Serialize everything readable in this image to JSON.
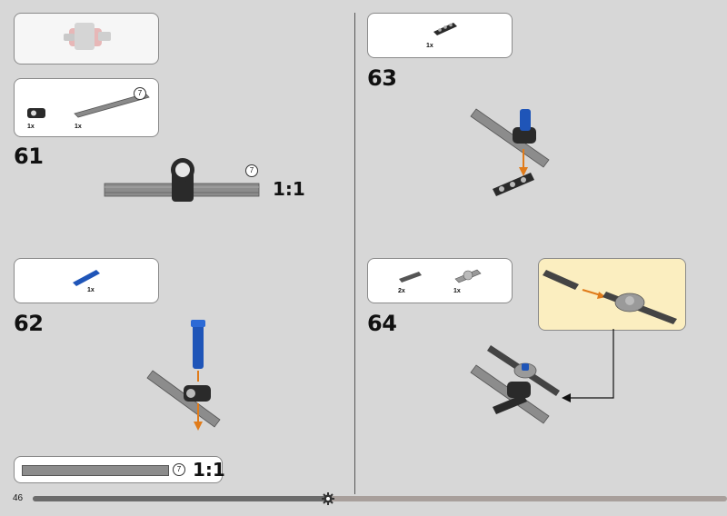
{
  "page": {
    "number": "46"
  },
  "steps": [
    {
      "number": "61",
      "parts": [
        {
          "qty": "1x",
          "icon": "connector-icon"
        },
        {
          "qty": "1x",
          "icon": "axle-7-icon",
          "size": "7"
        }
      ],
      "axle_size": "7",
      "scale": "1:1"
    },
    {
      "number": "62",
      "parts": [
        {
          "qty": "1x",
          "icon": "blue-pin-icon"
        }
      ]
    },
    {
      "number": "63",
      "parts": [
        {
          "qty": "1x",
          "icon": "beam-3-icon"
        }
      ]
    },
    {
      "number": "64",
      "parts": [
        {
          "qty": "2x",
          "icon": "pin-icon"
        },
        {
          "qty": "1x",
          "icon": "axle-connector-icon"
        }
      ]
    }
  ],
  "bottom_ruler": {
    "size": "7",
    "scale": "1:1"
  },
  "colors": {
    "background": "#d7d7d7",
    "callout": "#fbeec0",
    "arrow": "#e07b1a",
    "part_dark": "#2a2a2a",
    "part_grey": "#7a7a7a",
    "part_blue": "#1f55b8"
  }
}
